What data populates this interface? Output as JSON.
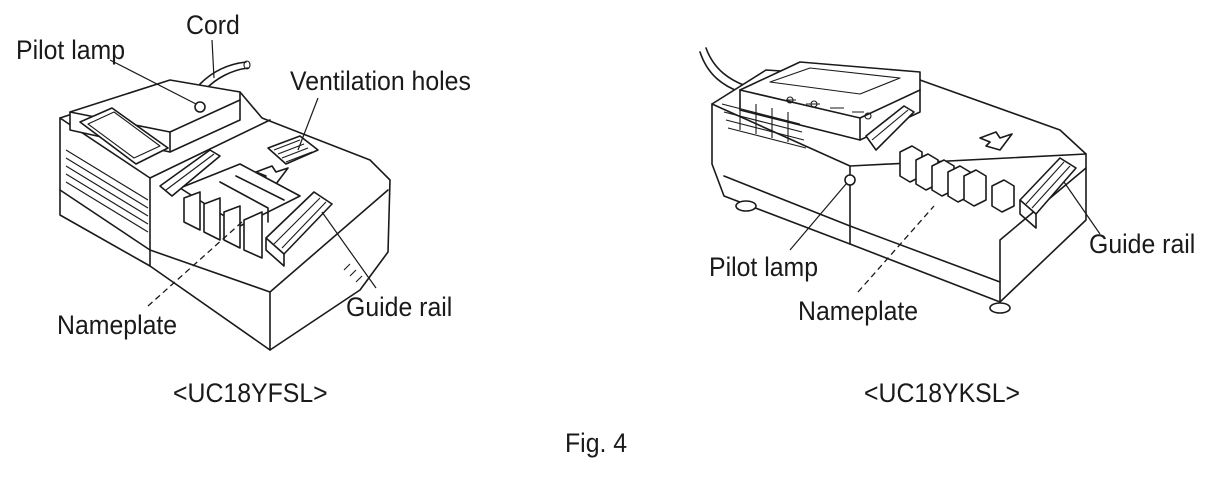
{
  "left": {
    "model": "<UC18YFSL>",
    "labels": {
      "cord": "Cord",
      "pilot_lamp": "Pilot lamp",
      "ventilation_holes": "Ventilation holes",
      "guide_rail": "Guide rail",
      "nameplate": "Nameplate"
    }
  },
  "right": {
    "model": "<UC18YKSL>",
    "labels": {
      "pilot_lamp": "Pilot lamp",
      "nameplate": "Nameplate",
      "guide_rail": "Guide rail"
    }
  },
  "figure_caption": "Fig. 4"
}
